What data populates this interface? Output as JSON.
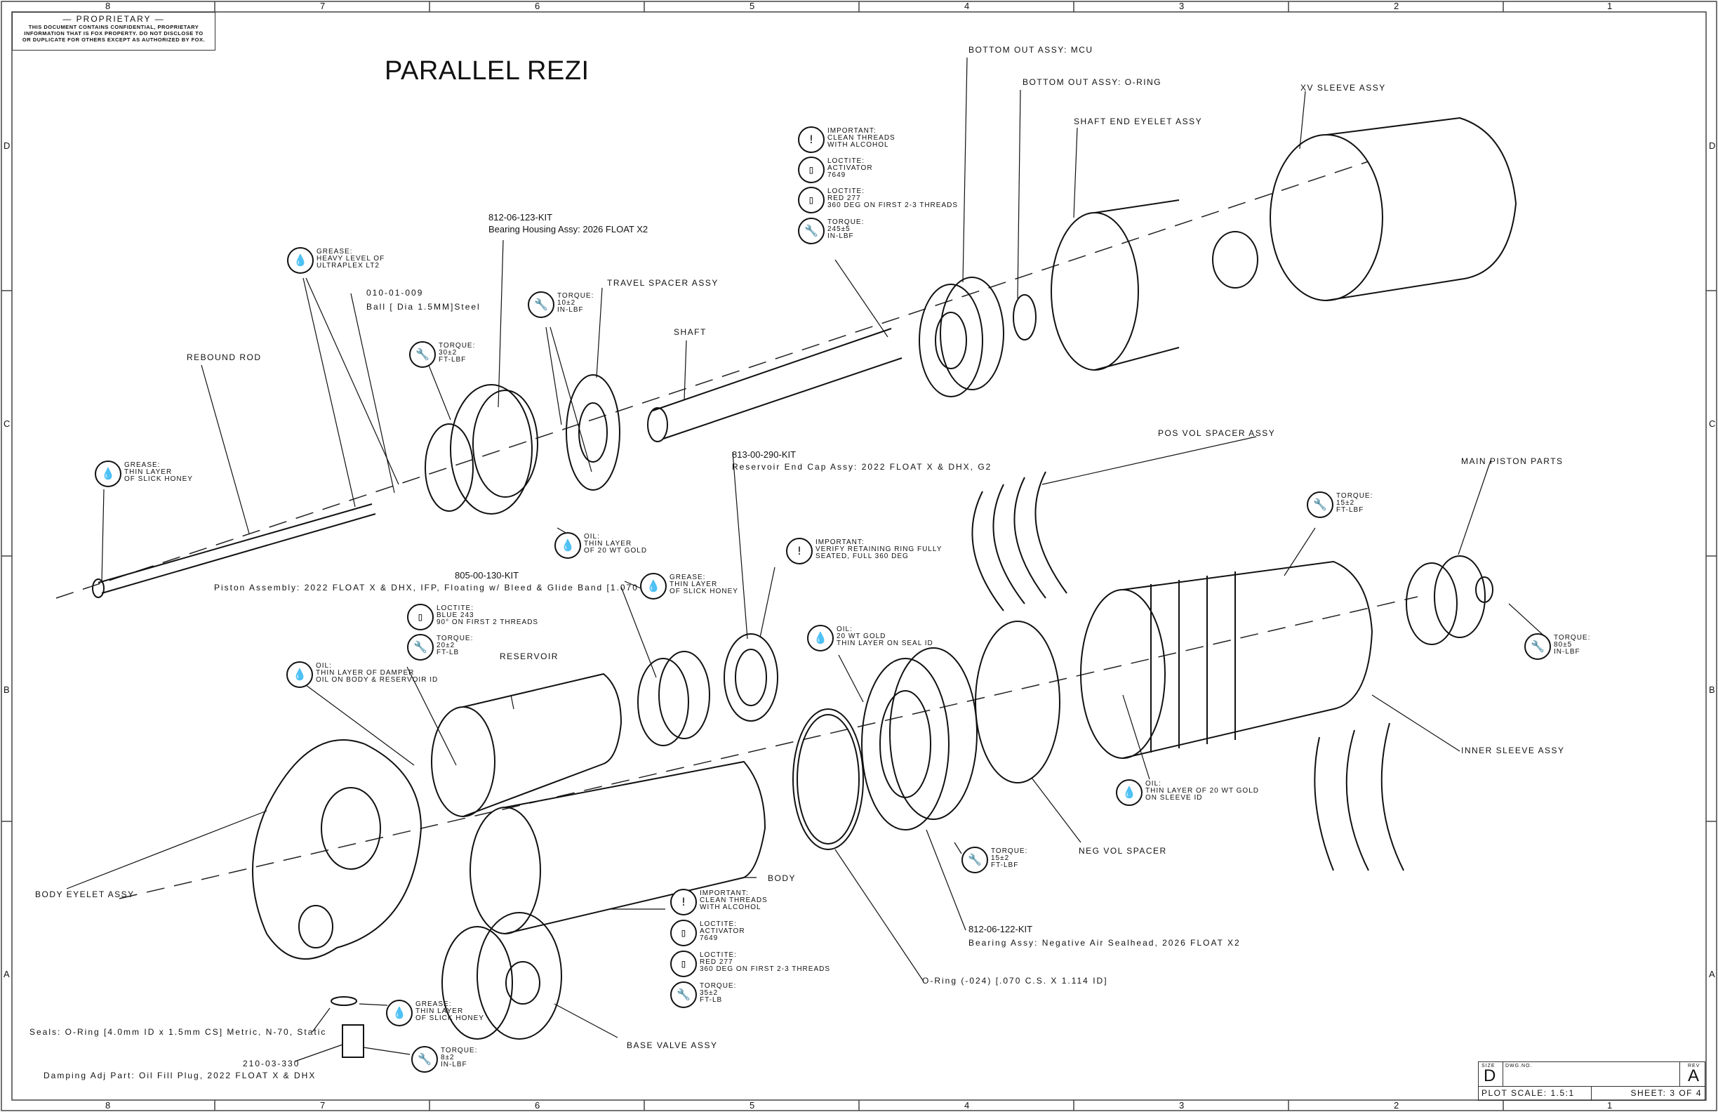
{
  "drawing": {
    "title": "PARALLEL REZI",
    "proprietary": {
      "heading": "— PROPRIETARY —",
      "body_lines": [
        "THIS DOCUMENT CONTAINS CONFIDENTIAL, PROPRIETARY",
        "INFORMATION THAT IS FOX PROPERTY. DO NOT DISCLOSE TO",
        "OR DUPLICATE FOR OTHERS EXCEPT AS AUTHORIZED BY FOX."
      ]
    },
    "zones": {
      "columns": [
        "8",
        "7",
        "6",
        "5",
        "4",
        "3",
        "2",
        "1"
      ],
      "rows": [
        "D",
        "C",
        "B",
        "A"
      ]
    },
    "title_block": {
      "size_label": "SIZE",
      "size_value": "D",
      "dwg_no_label": "DWG.NO.",
      "dwg_no_value": "",
      "rev_label": "REV",
      "rev_value": "A",
      "plot_scale": "PLOT SCALE: 1.5:1",
      "sheet": "SHEET: 3 OF 4"
    }
  },
  "part_labels": {
    "bottom_out_mcu": "BOTTOM OUT ASSY: MCU",
    "bottom_out_oring": "BOTTOM OUT ASSY: O-RING",
    "shaft_end_eyelet": "SHAFT END EYELET ASSY",
    "xv_sleeve": "XV SLEEVE ASSY",
    "travel_spacer": "TRAVEL SPACER ASSY",
    "shaft": "SHAFT",
    "rebound_rod": "REBOUND ROD",
    "pos_vol_spacer": "POS VOL SPACER ASSY",
    "main_piston_parts": "MAIN PISTON PARTS",
    "reservoir": "RESERVOIR",
    "inner_sleeve": "INNER SLEEVE ASSY",
    "neg_vol_spacer": "NEG VOL SPACER",
    "body": "BODY",
    "body_eyelet": "BODY EYELET ASSY",
    "base_valve": "BASE VALVE ASSY"
  },
  "kits": {
    "bearing_housing": {
      "number": "812-06-123-KIT",
      "desc": "Bearing Housing Assy: 2026 FLOAT X2"
    },
    "ball": {
      "number": "010-01-009",
      "desc": "Ball [ Dia 1.5MM]Steel"
    },
    "reservoir_end_cap": {
      "number": "813-00-290-KIT",
      "desc": "Reservoir End Cap Assy: 2022 FLOAT X & DHX, G2"
    },
    "piston_assembly": {
      "number": "805-00-130-KIT",
      "desc": "Piston Assembly: 2022 FLOAT X & DHX, IFP, Floating w/ Bleed & Glide Band [1.070"
    },
    "neg_air_sealhead": {
      "number": "812-06-122-KIT",
      "desc": "Bearing Assy: Negative Air Sealhead, 2026 FLOAT X2"
    },
    "oring_024": {
      "desc": "O-Ring (-024) [.070 C.S. X 1.114 ID]"
    },
    "seals": {
      "desc": "Seals: O-Ring [4.0mm ID x 1.5mm CS] Metric, N-70, Static"
    },
    "oil_fill_plug": {
      "number": "210-03-330",
      "desc": "Damping Adj Part: Oil Fill Plug, 2022 FLOAT X & DHX"
    }
  },
  "notes": [
    {
      "icon": "important-icon",
      "glyph": "!",
      "text": "IMPORTANT:\nCLEAN THREADS\nWITH ALCOHOL"
    },
    {
      "icon": "loctite-icon",
      "glyph": "▯",
      "text": "LOCTITE:\nACTIVATOR\n7649"
    },
    {
      "icon": "loctite-icon",
      "glyph": "▯",
      "text": "LOCTITE:\nRED 277\n360 DEG ON FIRST 2-3 THREADS"
    },
    {
      "icon": "torque-wrench-icon",
      "glyph": "🔧",
      "text": "TORQUE:\n245±5\nIN-LBF"
    },
    {
      "icon": "grease-icon",
      "glyph": "💧",
      "text": "GREASE:\nHEAVY LEVEL OF\nULTRAPLEX LT2"
    },
    {
      "icon": "torque-wrench-icon",
      "glyph": "🔧",
      "text": "TORQUE:\n10±2\nIN-LBF"
    },
    {
      "icon": "torque-wrench-icon",
      "glyph": "🔧",
      "text": "TORQUE:\n30±2\nFT-LBF"
    },
    {
      "icon": "grease-icon",
      "glyph": "💧",
      "text": "GREASE:\nTHIN LAYER\nOF SLICK HONEY"
    },
    {
      "icon": "oil-drop-icon",
      "glyph": "💧",
      "text": "OIL:\nTHIN LAYER\nOF 20 WT GOLD"
    },
    {
      "icon": "important-icon",
      "glyph": "!",
      "text": "IMPORTANT:\nVERIFY RETAINING RING FULLY\nSEATED, FULL 360 DEG"
    },
    {
      "icon": "grease-icon",
      "glyph": "💧",
      "text": "GREASE:\nTHIN LAYER\nOF SLICK HONEY"
    },
    {
      "icon": "loctite-icon",
      "glyph": "▯",
      "text": "LOCTITE:\nBLUE 243\n90° ON FIRST 2 THREADS"
    },
    {
      "icon": "torque-wrench-icon",
      "glyph": "🔧",
      "text": "TORQUE:\n20±2\nFT-LB"
    },
    {
      "icon": "oil-drop-icon",
      "glyph": "💧",
      "text": "OIL:\nTHIN LAYER OF DAMPER\nOIL ON BODY & RESERVOIR ID"
    },
    {
      "icon": "oil-drop-icon",
      "glyph": "💧",
      "text": "OIL:\n20 WT GOLD\nTHIN LAYER ON SEAL ID"
    },
    {
      "icon": "torque-wrench-icon",
      "glyph": "🔧",
      "text": "TORQUE:\n15±2\nFT-LBF"
    },
    {
      "icon": "torque-wrench-icon",
      "glyph": "🔧",
      "text": "TORQUE:\n80±5\nIN-LBF"
    },
    {
      "icon": "oil-drop-icon",
      "glyph": "💧",
      "text": "OIL:\nTHIN LAYER OF 20 WT GOLD\nON SLEEVE ID"
    },
    {
      "icon": "torque-wrench-icon",
      "glyph": "🔧",
      "text": "TORQUE:\n15±2\nFT-LBF"
    },
    {
      "icon": "important-icon",
      "glyph": "!",
      "text": "IMPORTANT:\nCLEAN THREADS\nWITH ALCOHOL"
    },
    {
      "icon": "loctite-icon",
      "glyph": "▯",
      "text": "LOCTITE:\nACTIVATOR\n7649"
    },
    {
      "icon": "loctite-icon",
      "glyph": "▯",
      "text": "LOCTITE:\nRED 277\n360 DEG ON FIRST 2-3 THREADS"
    },
    {
      "icon": "torque-wrench-icon",
      "glyph": "🔧",
      "text": "TORQUE:\n35±2\nFT-LB"
    },
    {
      "icon": "grease-icon",
      "glyph": "💧",
      "text": "GREASE:\nTHIN LAYER\nOF SLICK HONEY"
    },
    {
      "icon": "torque-wrench-icon",
      "glyph": "🔧",
      "text": "TORQUE:\n8±2\nIN-LBF"
    }
  ]
}
